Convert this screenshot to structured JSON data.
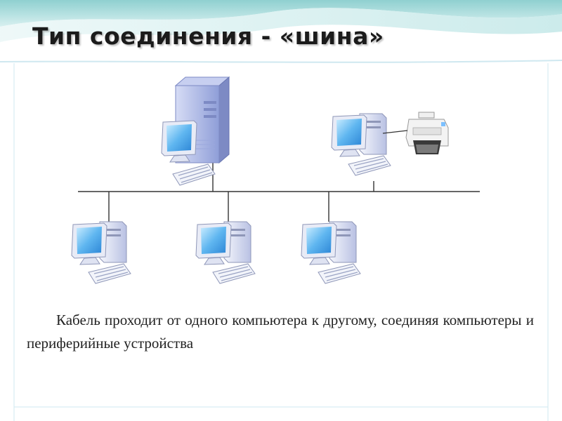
{
  "slide": {
    "title": "Тип соединения - «шина»",
    "caption": "Кабель проходит от одного компьютера к другому, соединяя компьютеры и периферийные устройства",
    "colors": {
      "header_wave": "#bfe6e6",
      "header_wave_dark": "#8fd0d0",
      "cable": "#333333",
      "screen": "#5fb6f0",
      "case": "#dfe3f5",
      "server": "#a9b6e8"
    }
  },
  "diagram": {
    "nodes": [
      {
        "id": "server",
        "icon": "server-icon"
      },
      {
        "id": "workstation-top-left",
        "icon": "computer-icon"
      },
      {
        "id": "workstation-top-right",
        "icon": "computer-icon"
      },
      {
        "id": "printer",
        "icon": "printer-icon"
      },
      {
        "id": "workstation-bottom-1",
        "icon": "computer-icon"
      },
      {
        "id": "workstation-bottom-2",
        "icon": "computer-icon"
      },
      {
        "id": "workstation-bottom-3",
        "icon": "computer-icon"
      }
    ],
    "topology": "bus"
  }
}
